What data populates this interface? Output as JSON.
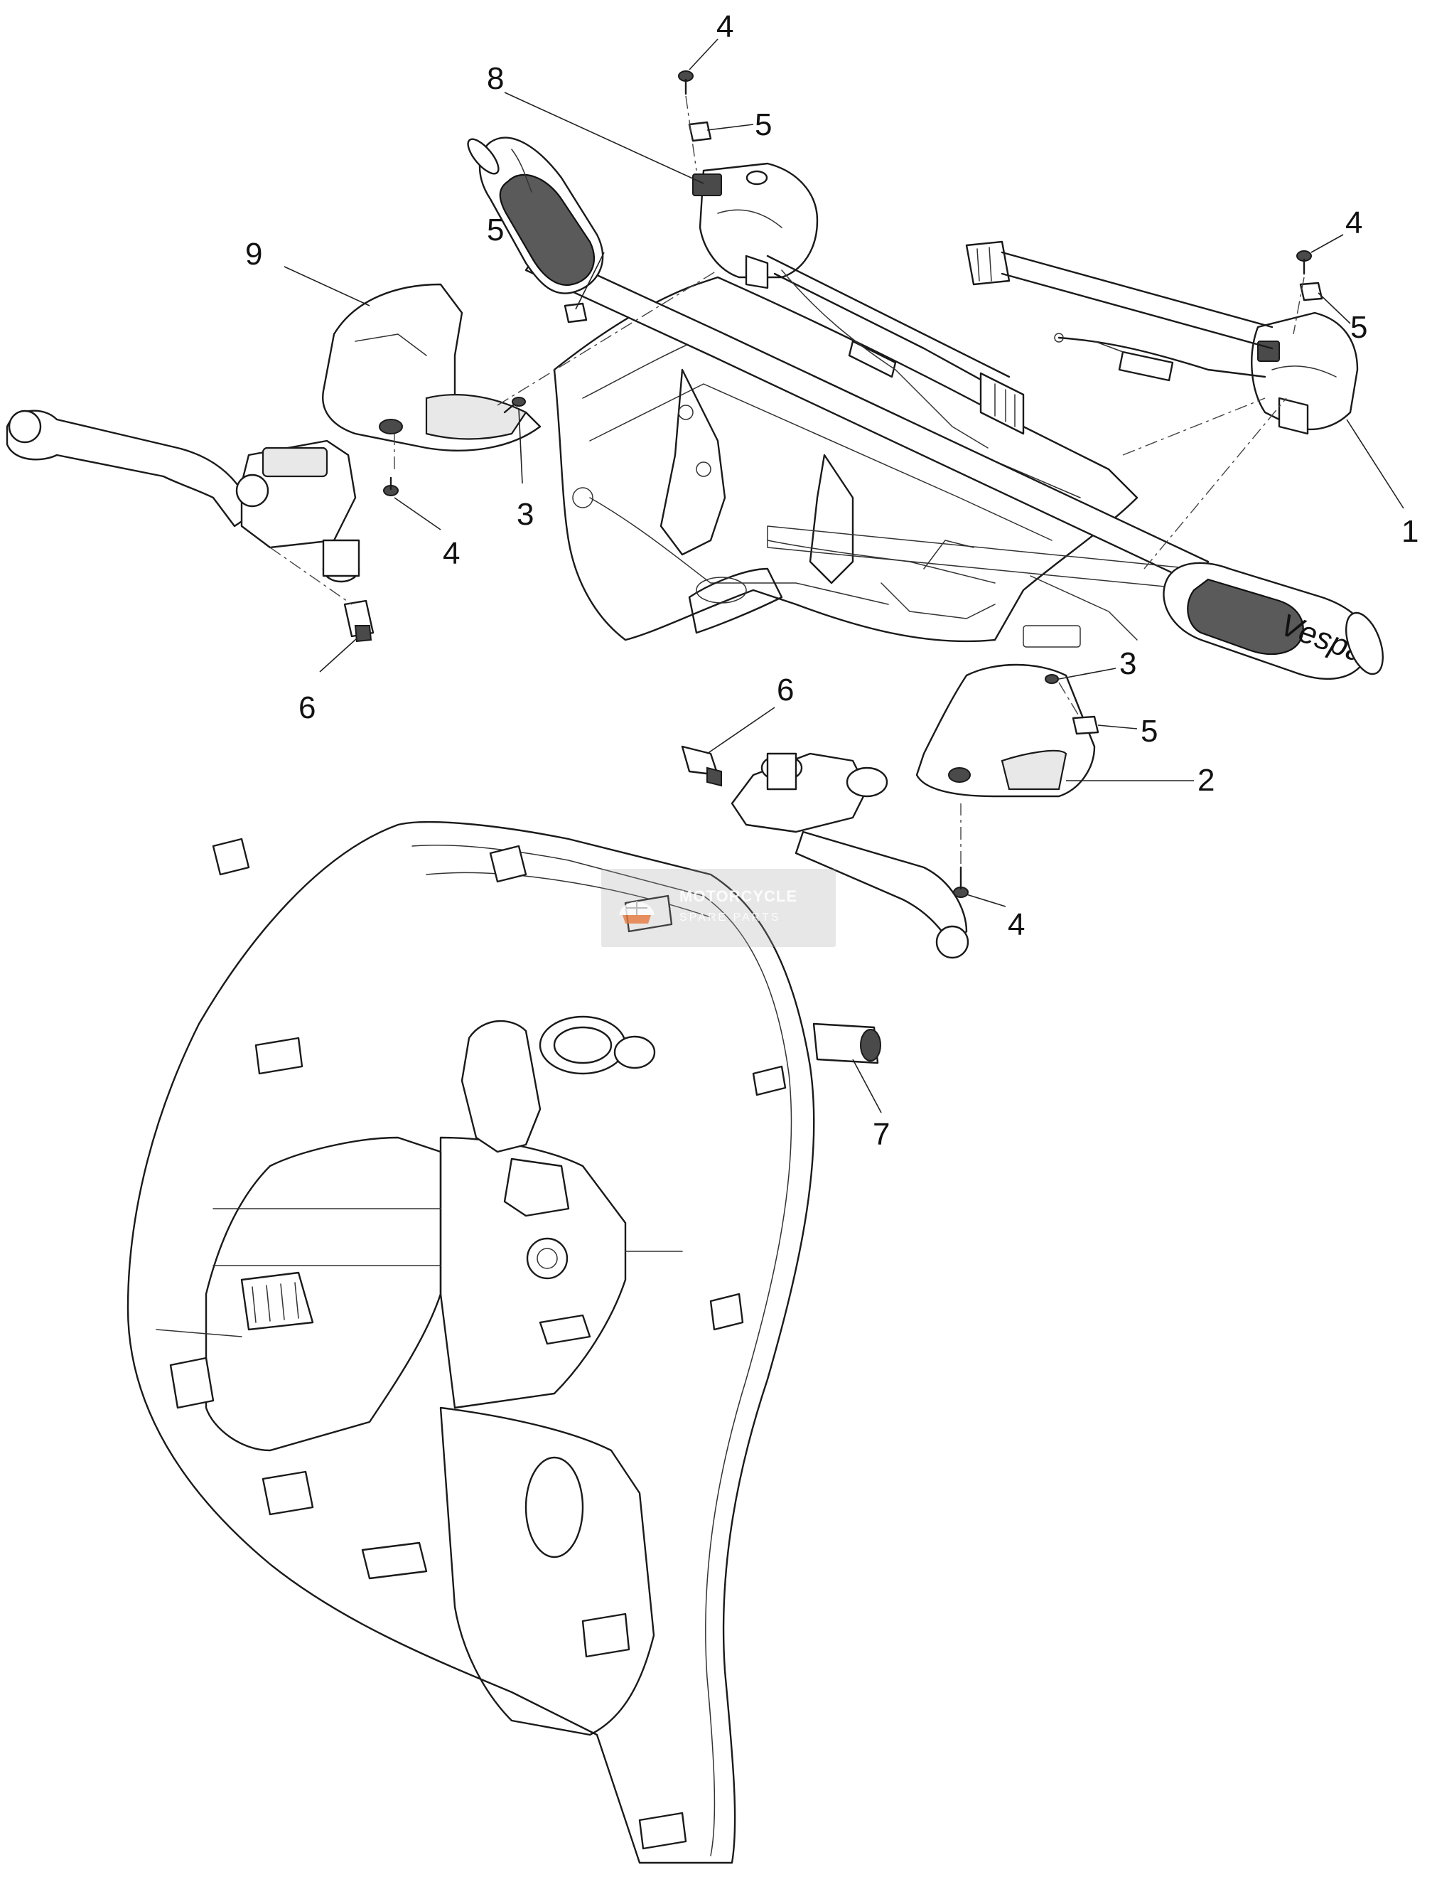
{
  "callouts": [
    {
      "id": "p4a",
      "label": "4"
    },
    {
      "id": "p8",
      "label": "8"
    },
    {
      "id": "p5a",
      "label": "5"
    },
    {
      "id": "p4b",
      "label": "4"
    },
    {
      "id": "p9",
      "label": "9"
    },
    {
      "id": "p5b",
      "label": "5"
    },
    {
      "id": "p5c",
      "label": "5"
    },
    {
      "id": "p3a",
      "label": "3"
    },
    {
      "id": "p4c",
      "label": "4"
    },
    {
      "id": "p1",
      "label": "1"
    },
    {
      "id": "p6a",
      "label": "6"
    },
    {
      "id": "p3b",
      "label": "3"
    },
    {
      "id": "p6b",
      "label": "6"
    },
    {
      "id": "p5d",
      "label": "5"
    },
    {
      "id": "p2",
      "label": "2"
    },
    {
      "id": "p4d",
      "label": "4"
    },
    {
      "id": "p7",
      "label": "7"
    }
  ],
  "watermark": {
    "line1": "MOTORCYCLE",
    "line2": "SPARE PARTS",
    "icon": "globe-logo-icon"
  },
  "grip_brand": "Vespa"
}
